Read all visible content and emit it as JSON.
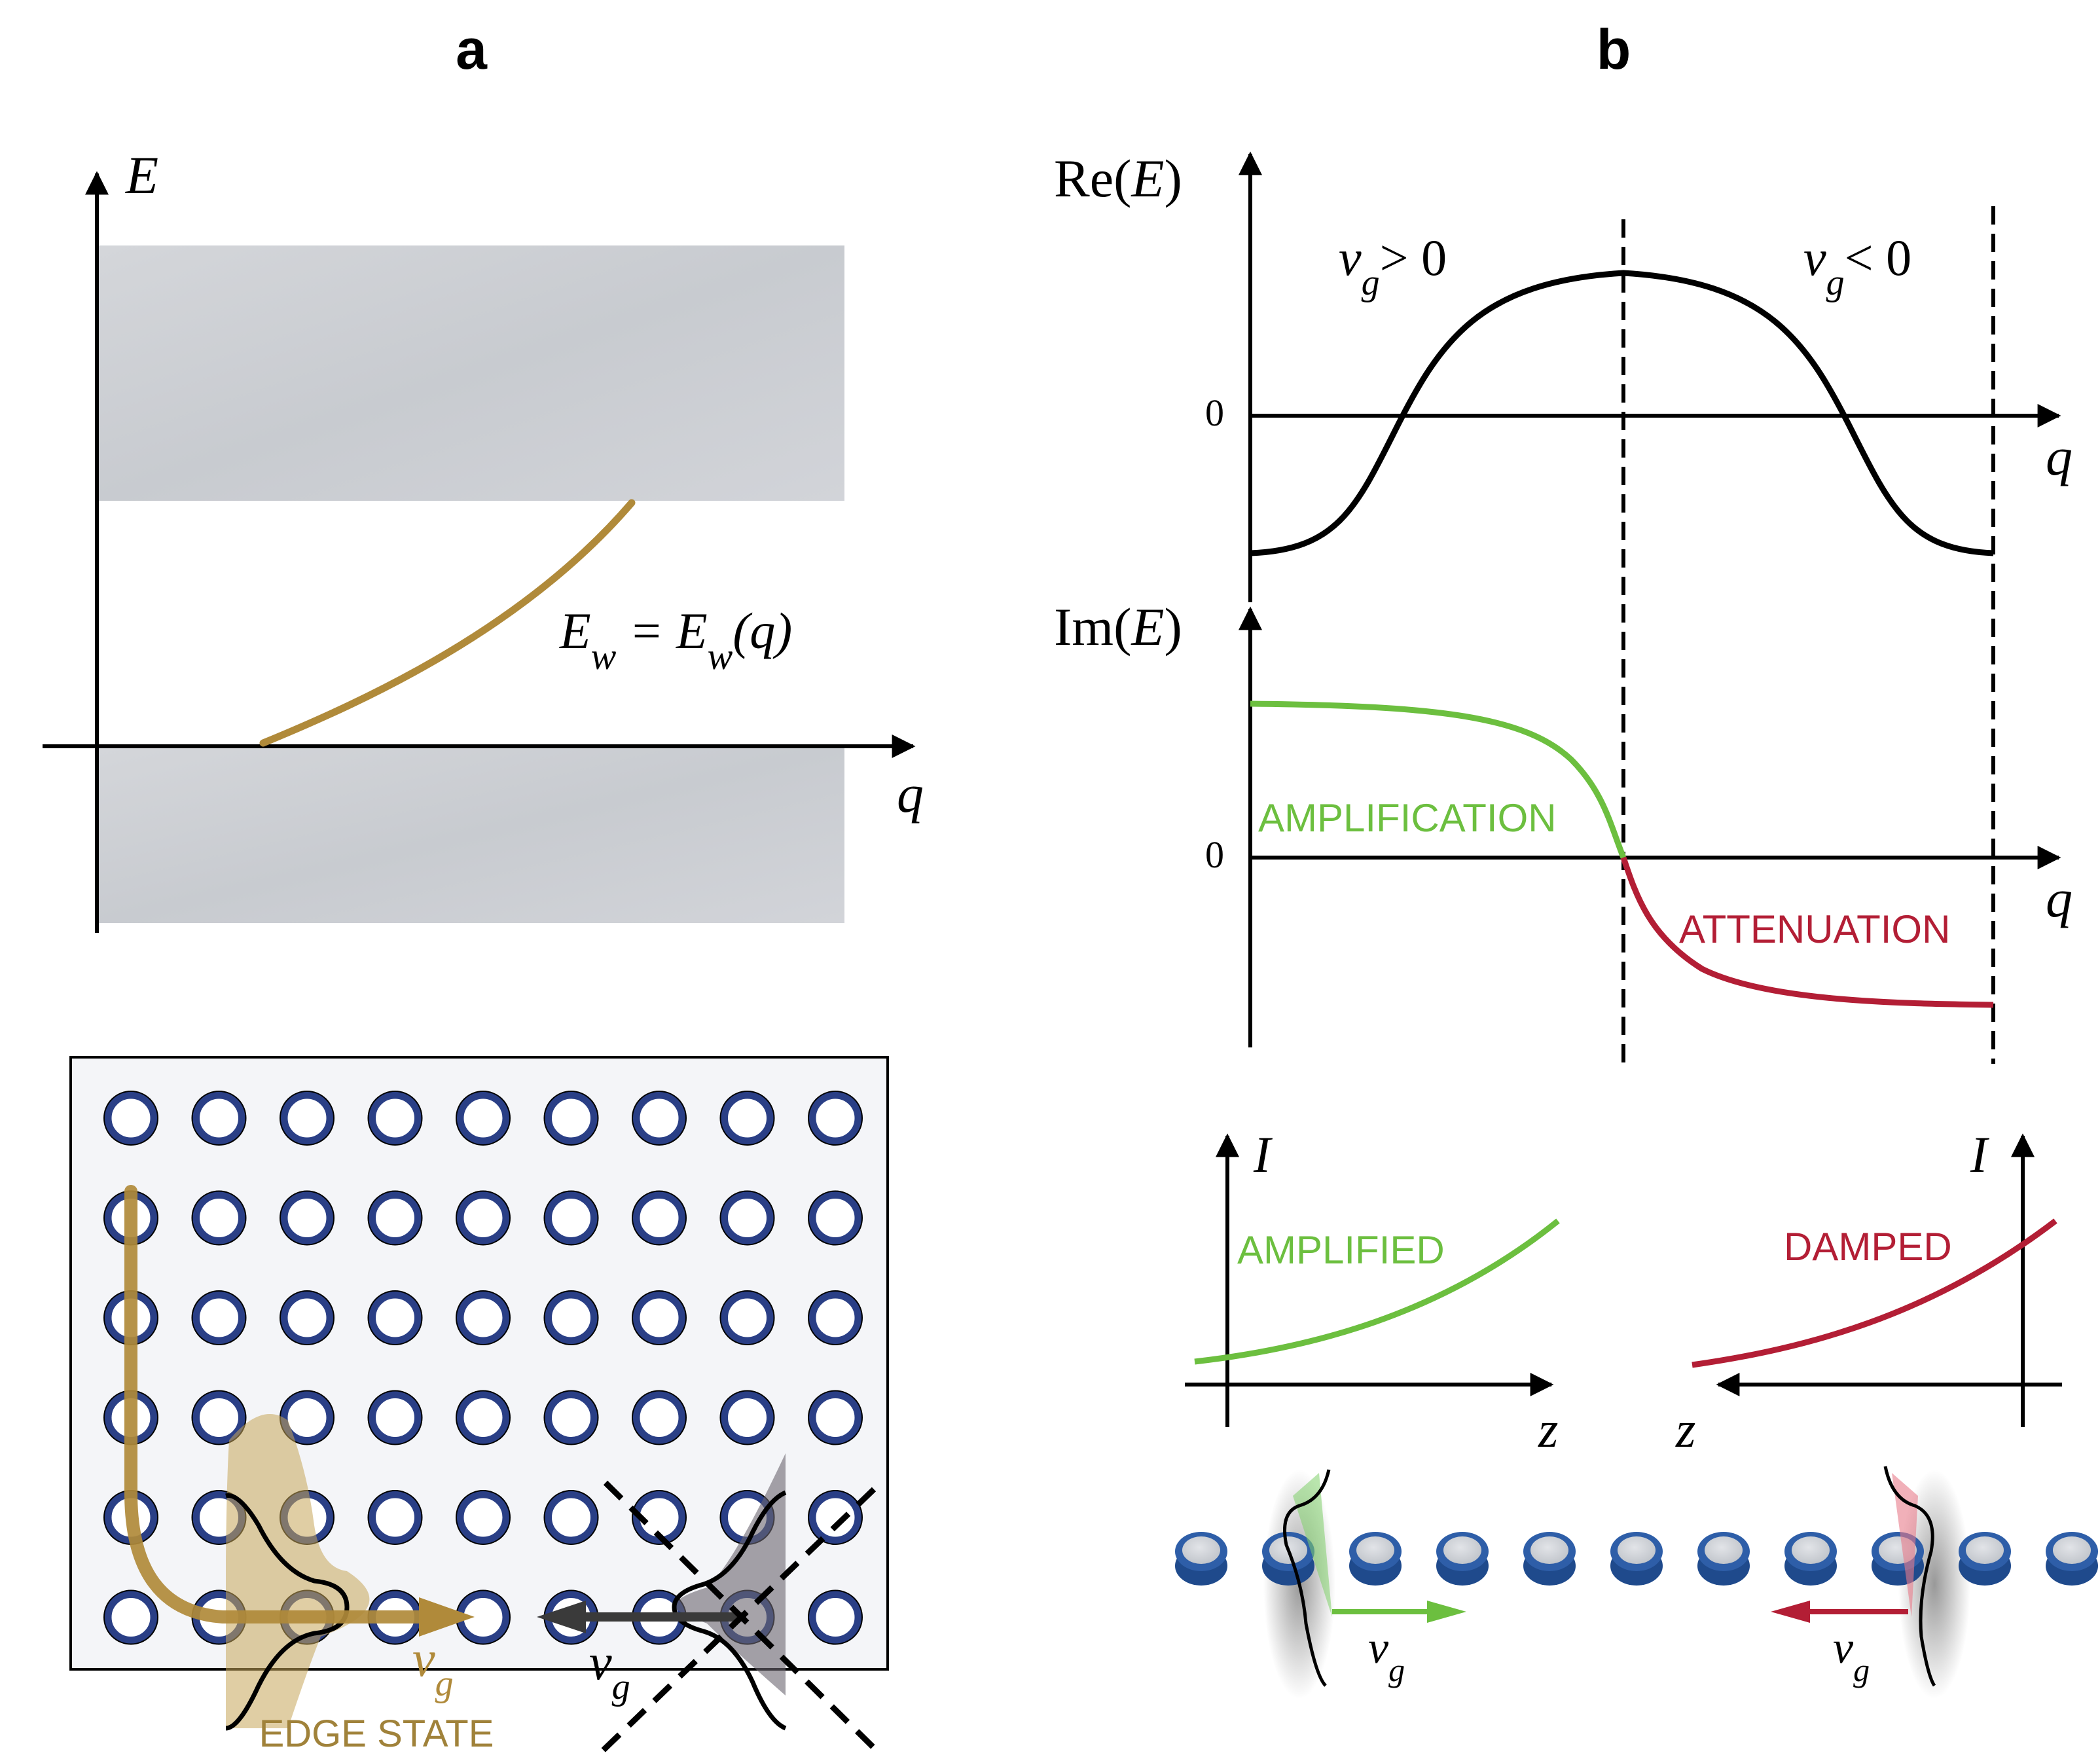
{
  "panel_a": {
    "label": "a",
    "axis_y": "E",
    "axis_x": "q",
    "curve_label_E": "E",
    "curve_label_sub1": "w",
    "curve_label_eq": " = E",
    "curve_label_sub2": "w",
    "curve_label_arg": "(q)",
    "edge_state_label": "EDGE STATE",
    "vg_v": "v",
    "vg_sub": "g",
    "colors": {
      "edge": "#b08a3a",
      "band": "#cfd1d6",
      "site": "#2a3f86",
      "other": "#3a3a3a"
    }
  },
  "panel_b": {
    "label": "b",
    "re_label": "Re(",
    "re_E": "E",
    "re_close": ")",
    "im_label": "Im(",
    "im_E": "E",
    "im_close": ")",
    "axis_q": "q",
    "zero": "0",
    "vg_pos_v": "v",
    "vg_pos_sub": "g",
    "vg_pos_rel": "> 0",
    "vg_neg_v": "v",
    "vg_neg_sub": "g",
    "vg_neg_rel": "< 0",
    "amplification": "AMPLIFICATION",
    "attenuation": "ATTENUATION",
    "amplified": "AMPLIFIED",
    "damped": "DAMPED",
    "axis_I": "I",
    "axis_z": "z",
    "colors": {
      "green": "#6cbf3f",
      "red": "#b31e35",
      "disk": "#2e5ea8"
    }
  }
}
